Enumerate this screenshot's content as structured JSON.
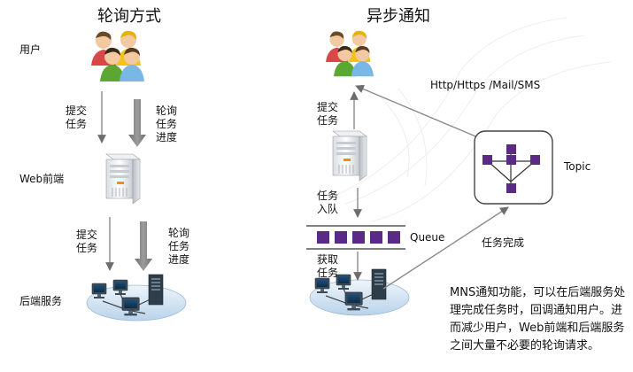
{
  "polling": {
    "title": "轮询方式",
    "user_label": "用户",
    "web_label": "Web前端",
    "backend_label": "后端服务",
    "arrows": {
      "submit_1": [
        "提交",
        "任务"
      ],
      "poll_1": [
        "轮询",
        "任务",
        "进度"
      ],
      "submit_2": [
        "提交",
        "任务"
      ],
      "poll_2": [
        "轮询",
        "任务",
        "进度"
      ]
    }
  },
  "async": {
    "title": "异步通知",
    "submit": [
      "提交",
      "任务"
    ],
    "enqueue": [
      "任务",
      "入队"
    ],
    "fetch": [
      "获取",
      "任务"
    ],
    "queue_label": "Queue",
    "topic_label": "Topic",
    "protocols": "Http/Https /Mail/SMS",
    "task_done": "任务完成"
  },
  "note": "MNS通知功能，可以在后端服务处理完成任务时，回调通知用户。进而减少用户，Web前端和后端服务之间大量不必要的轮询请求。",
  "colors": {
    "queue_cell": "#5b2a86",
    "topic_node": "#5b2a86",
    "arrow_gray": "#8a8a8a",
    "arrow_dark": "#777777"
  },
  "icons": {
    "users": "users-icon",
    "server": "server-icon",
    "network": "network-icon"
  }
}
